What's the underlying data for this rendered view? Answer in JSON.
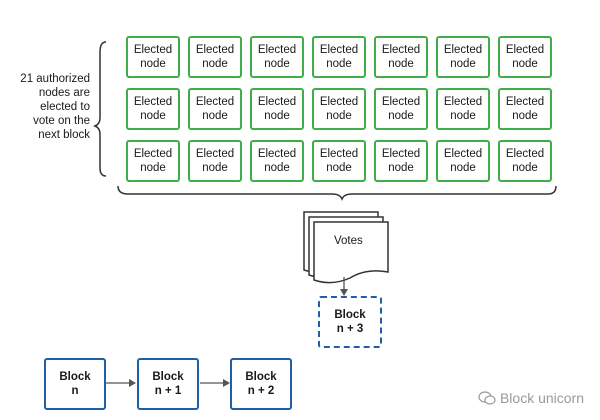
{
  "side_label": "21 authorized\nnodes are\nelected to\nvote on the\nnext block",
  "node_label": "Elected\nnode",
  "node_count": 21,
  "votes_label": "Votes",
  "blocks": [
    {
      "id": "block-n",
      "label": "Block\nn"
    },
    {
      "id": "block-n-plus-1",
      "label": "Block\nn + 1"
    },
    {
      "id": "block-n-plus-2",
      "label": "Block\nn + 2"
    },
    {
      "id": "block-n-plus-3",
      "label": "Block\nn + 3"
    }
  ],
  "watermark": "Block unicorn",
  "colors": {
    "node_border": "#3fae49",
    "block_border": "#1f5ea8",
    "line": "#555555"
  }
}
